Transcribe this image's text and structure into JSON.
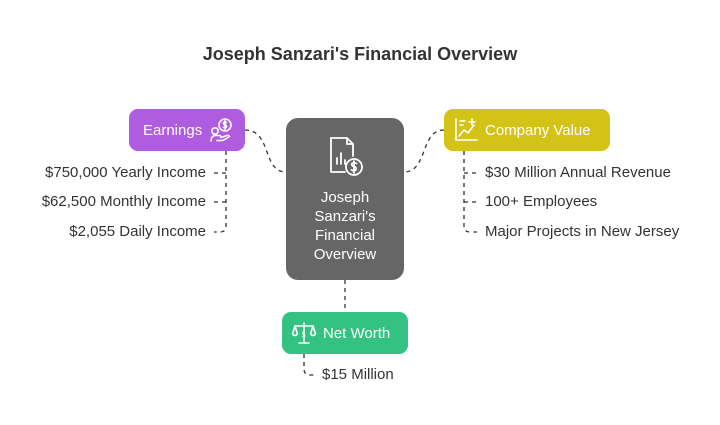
{
  "title": "Joseph Sanzari's Financial Overview",
  "center": {
    "label": "Joseph Sanzari's Financial Overview",
    "icon": "document-chart-dollar-icon"
  },
  "earnings": {
    "label": "Earnings",
    "icon": "coins-hand-icon",
    "color": "#b05ce0",
    "items": [
      "$750,000 Yearly Income",
      "$62,500 Monthly Income",
      "$2,055 Daily Income"
    ]
  },
  "company": {
    "label": "Company Value",
    "icon": "chart-growth-icon",
    "color": "#d2c316",
    "items": [
      "$30 Million Annual Revenue",
      "100+ Employees",
      "Major Projects in New Jersey"
    ]
  },
  "networth": {
    "label": "Net Worth",
    "icon": "scales-icon",
    "color": "#34c283",
    "items": [
      "$15 Million"
    ]
  },
  "center_color": "#666666"
}
